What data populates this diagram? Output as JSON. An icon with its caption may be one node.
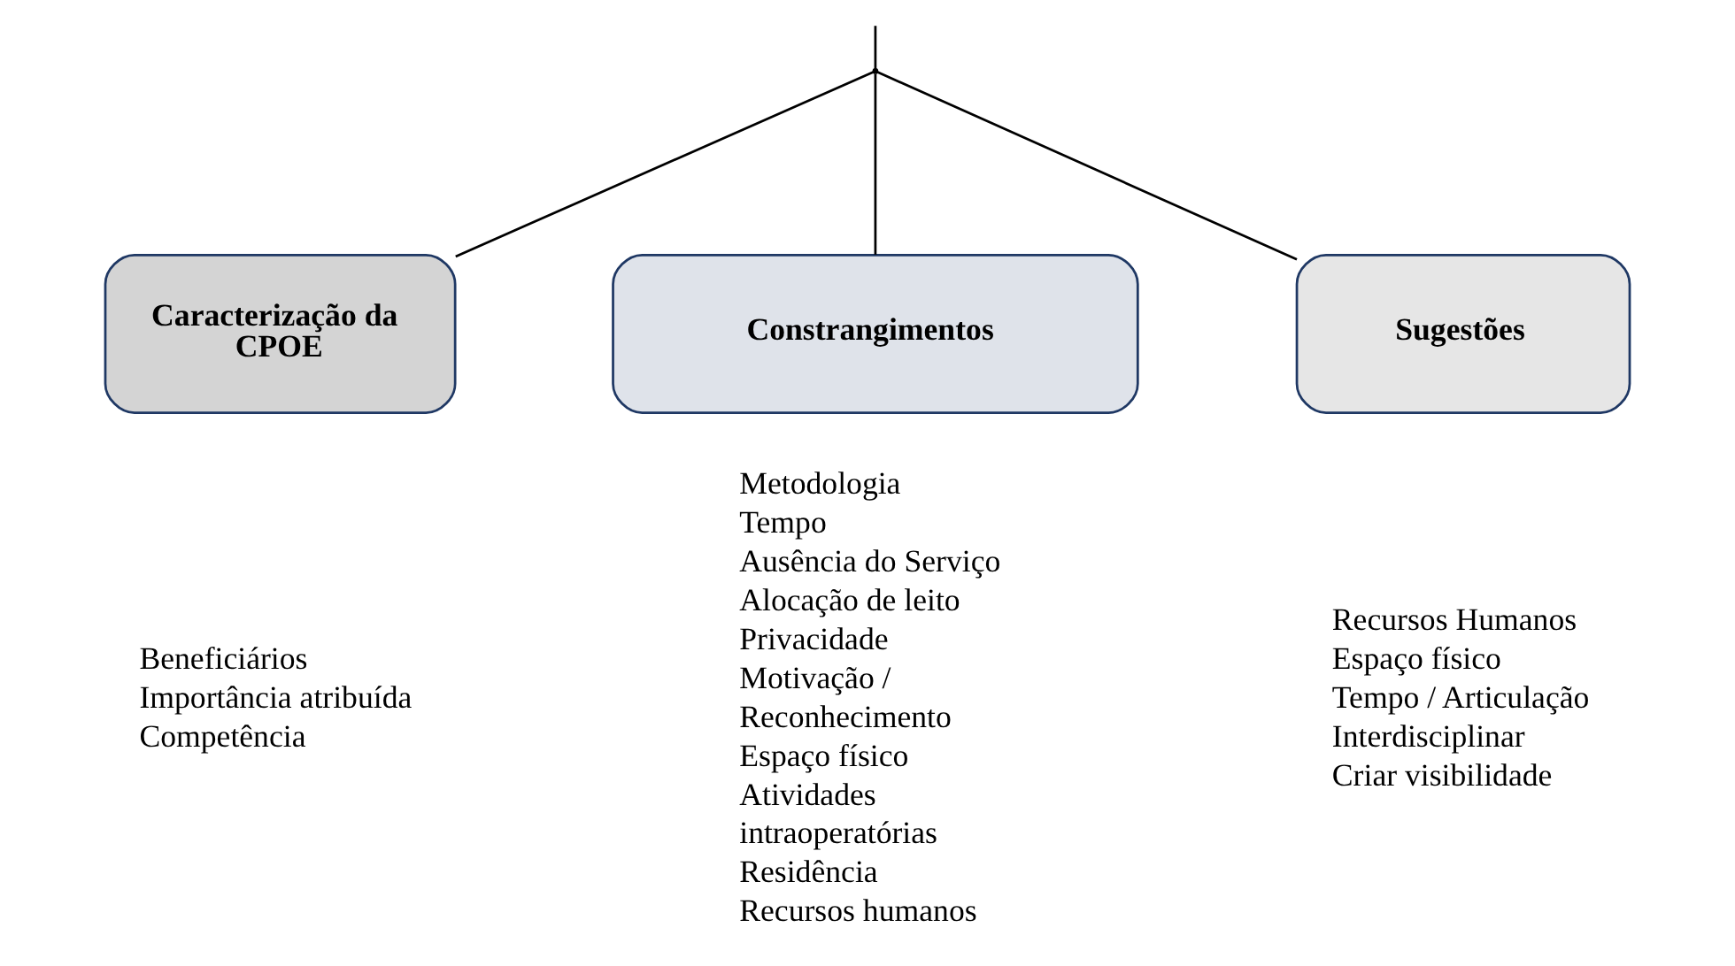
{
  "diagram": {
    "nodes": [
      {
        "text": [],
        "shape": "point"
      },
      {
        "text": [
          "Caracterização da CPOE"
        ],
        "beside": [
          "Beneficiários",
          "Importância atribuída",
          "Competência"
        ]
      },
      {
        "text": [
          "Constrangimentos"
        ],
        "beside": [
          "Metodologia",
          "Tempo",
          "Ausência do Serviço",
          "Alocação de leito",
          "Privacidade",
          "Motivação / Reconhecimento",
          "Espaço físico",
          "Atividades intraoperatórias",
          "Residência",
          "Recursos humanos"
        ]
      },
      {
        "text": [
          "Sugestões"
        ],
        "beside": [
          "Recursos Humanos",
          "Espaço físico",
          "Tempo / Articulação Interdisciplinar",
          "Criar visibilidade"
        ]
      }
    ],
    "edges": [
      {
        "from": null,
        "to": 0,
        "arrow": "none"
      },
      {
        "from": 0,
        "to": 1,
        "arrow": "none"
      },
      {
        "from": 0,
        "to": 2,
        "arrow": "none"
      },
      {
        "from": 0,
        "to": 3,
        "arrow": "none"
      }
    ]
  }
}
